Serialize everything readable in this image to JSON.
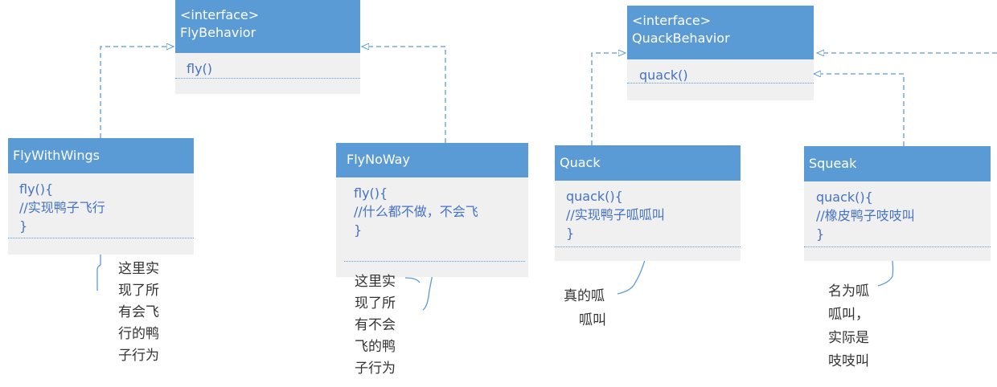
{
  "fly_behavior": {
    "stereotype": "<interface>",
    "name": "FlyBehavior",
    "method": "fly()"
  },
  "quack_behavior": {
    "stereotype": "<interface>",
    "name": "QuackBehavior",
    "method": "quack()"
  },
  "fly_with_wings": {
    "name": "FlyWithWings",
    "code": [
      "fly(){",
      "//实现鸭子飞行",
      "}"
    ],
    "note": [
      "这里实",
      "现了所",
      "有会飞",
      "行的鸭",
      "子行为"
    ]
  },
  "fly_no_way": {
    "name": "FlyNoWay",
    "code": [
      "fly(){",
      "//什么都不做，不会飞",
      "}"
    ],
    "note": [
      "这里实",
      "现了所",
      "有不会",
      "飞的鸭",
      "子行为"
    ]
  },
  "quack": {
    "name": "Quack",
    "code": [
      "quack(){",
      "//实现鸭子呱呱叫",
      "}"
    ],
    "note": [
      "真的呱",
      "呱叫"
    ]
  },
  "squeak": {
    "name": "Squeak",
    "code": [
      "quack(){",
      "//橡皮鸭子吱吱叫",
      "}"
    ],
    "note": [
      "名为呱",
      "呱叫，",
      "实际是",
      "吱吱叫"
    ]
  },
  "colors": {
    "header": "#5b9bd5",
    "body": "#f0f0f0",
    "method_text": "#4472c4",
    "connector": "#5b9bd5"
  }
}
